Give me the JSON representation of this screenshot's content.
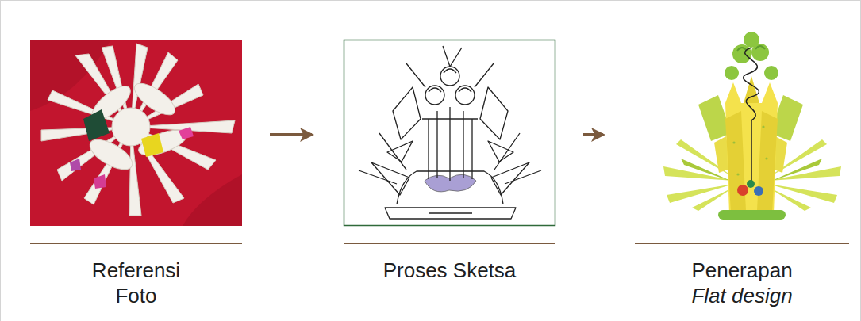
{
  "diagram": {
    "nodes": [
      {
        "text": [
          "Referensi Foto"
        ]
      },
      {
        "text": [
          "Proses Sketsa"
        ]
      },
      {
        "text": [
          "Penerapan",
          "Flat design"
        ]
      }
    ],
    "edges": [
      {
        "from": 0,
        "to": 1,
        "arrow": "to"
      },
      {
        "from": 1,
        "to": 2,
        "arrow": "to"
      }
    ]
  }
}
